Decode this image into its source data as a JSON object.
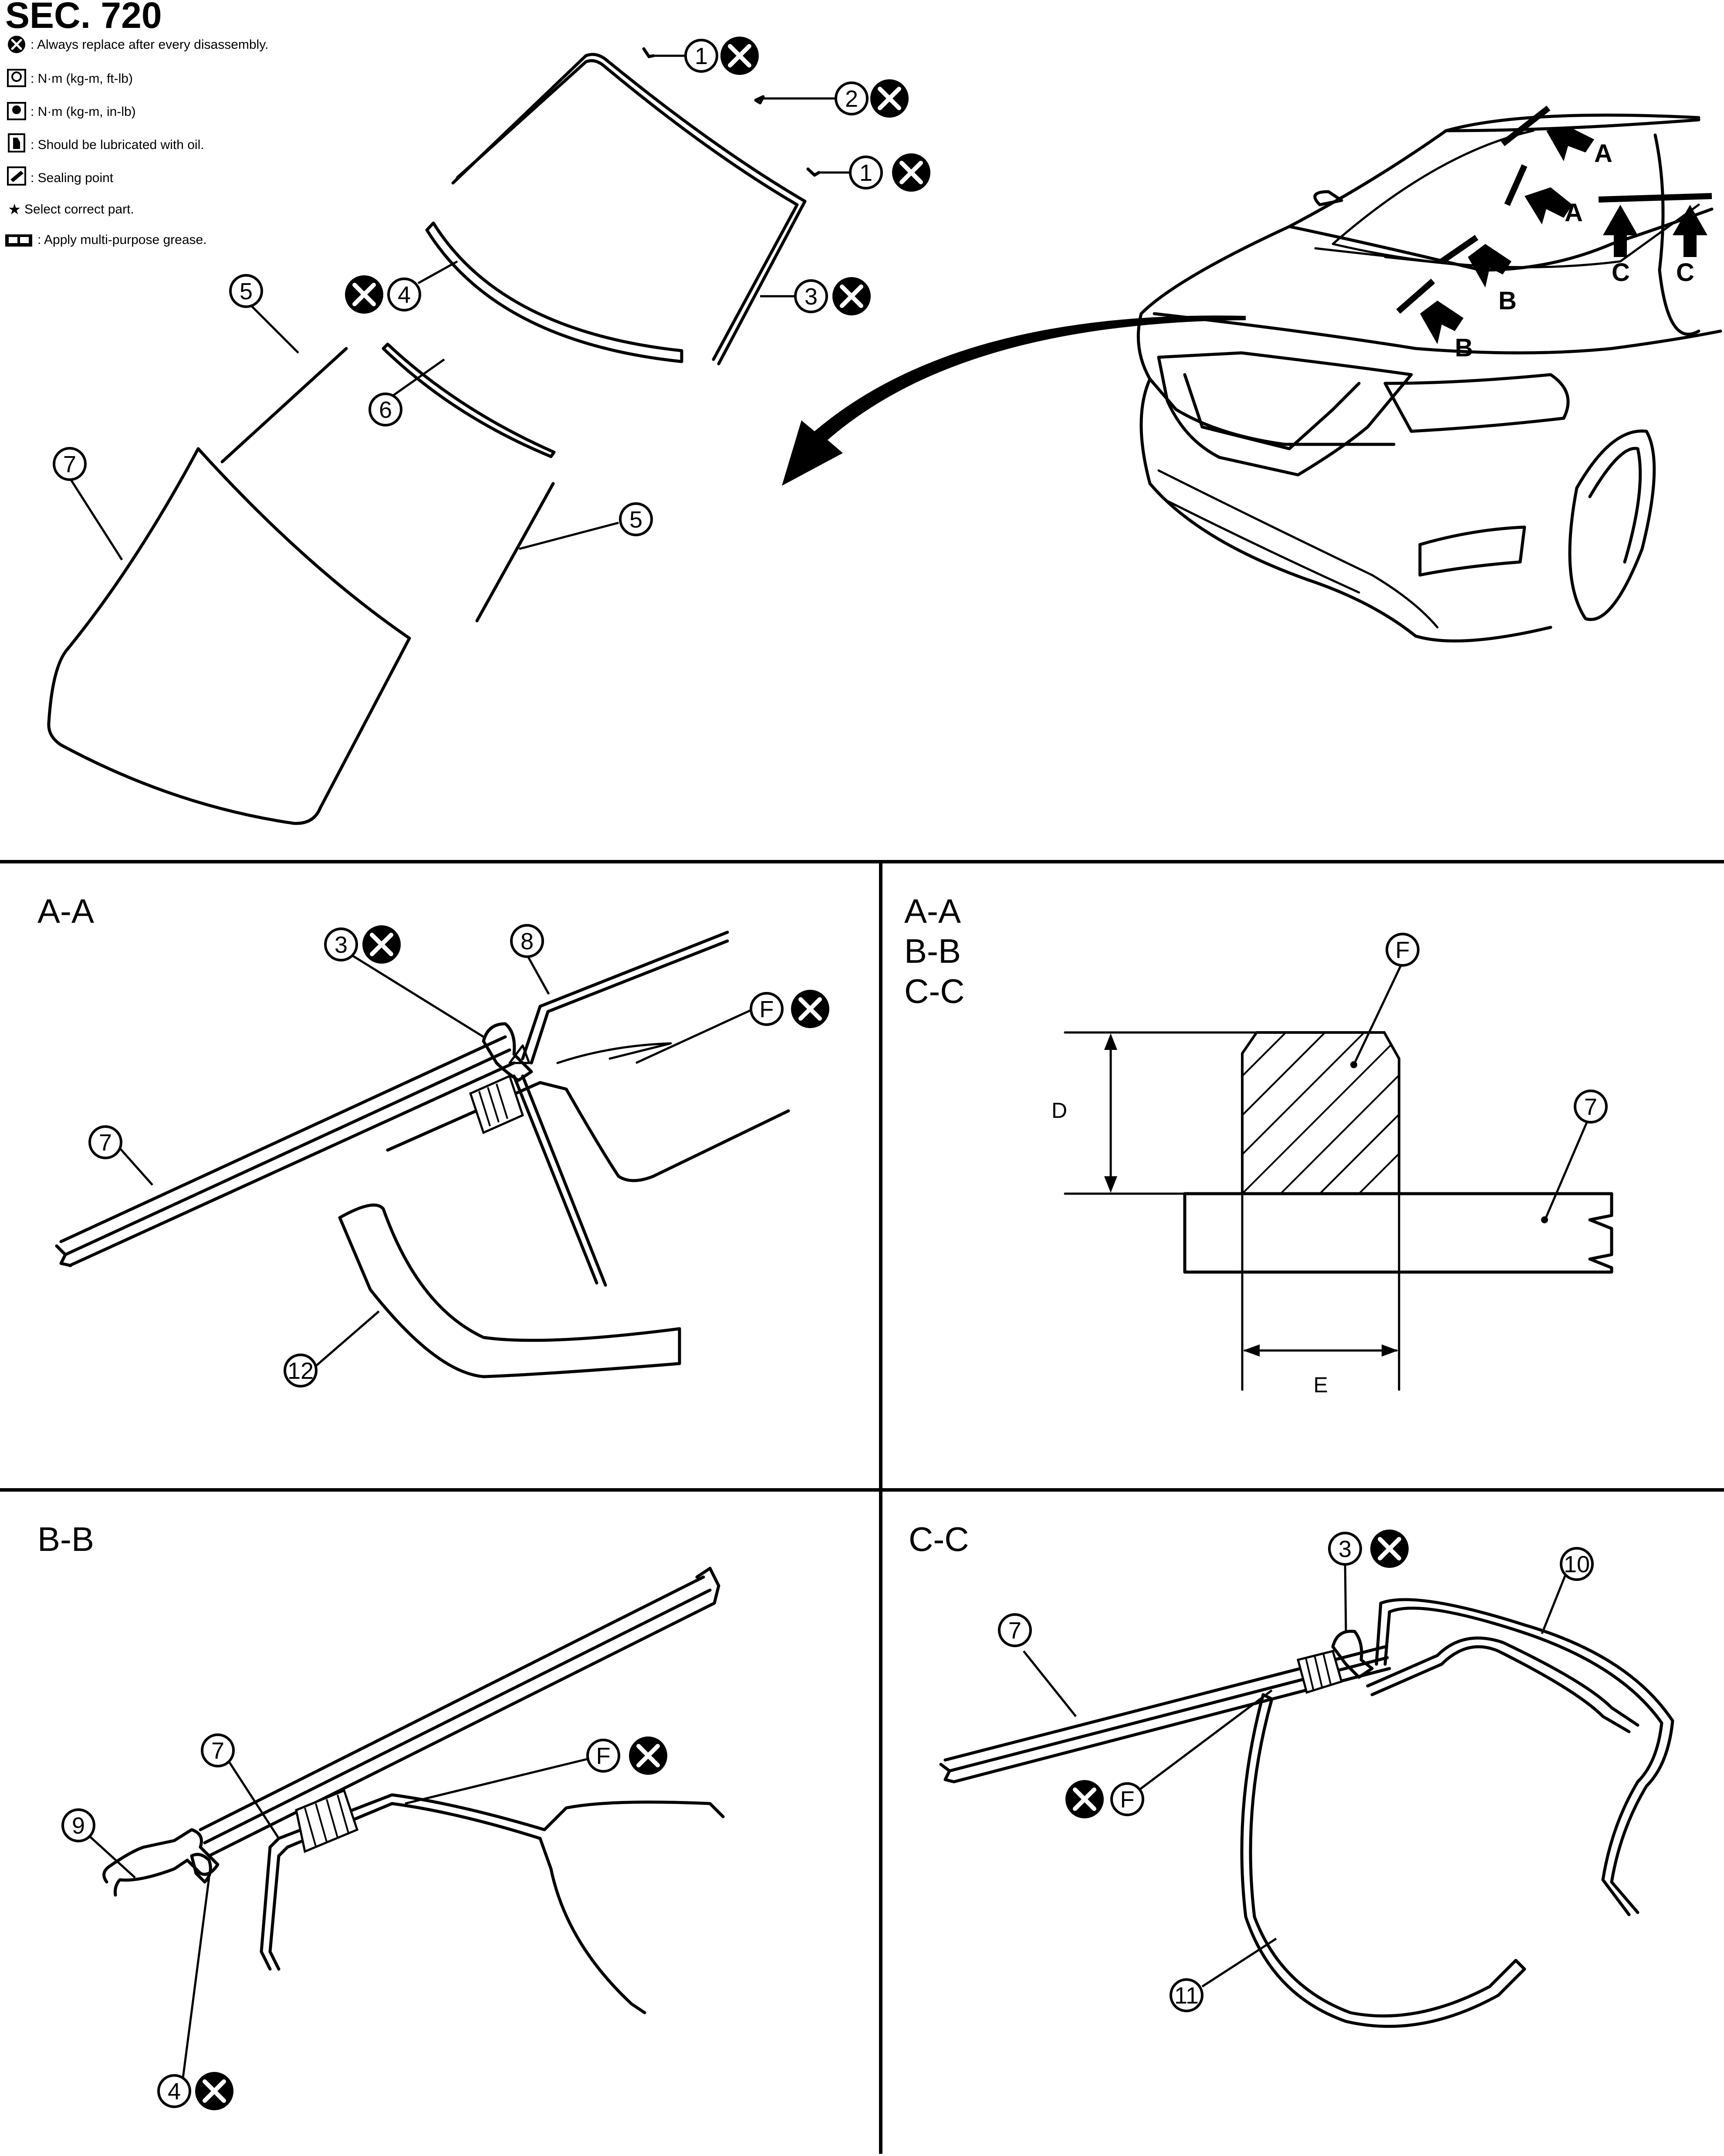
{
  "header": {
    "section": "SEC. 720"
  },
  "legend": [
    {
      "icon": "always-replace-icon",
      "text": ": Always replace after every disassembly."
    },
    {
      "icon": "torque-ft-lb-icon",
      "text": ": N·m (kg-m, ft-lb)"
    },
    {
      "icon": "torque-in-lb-icon",
      "text": ": N·m (kg-m, in-lb)"
    },
    {
      "icon": "oil-lubricate-icon",
      "text": ": Should be lubricated with oil."
    },
    {
      "icon": "sealing-point-icon",
      "text": ": Sealing point"
    },
    {
      "icon": "star-icon",
      "symbol": "★",
      "text": "Select correct part."
    },
    {
      "icon": "grease-icon",
      "text": ": Apply multi-purpose grease."
    }
  ],
  "exploded_view": {
    "callouts": [
      "1",
      "2",
      "1",
      "3",
      "4",
      "5",
      "6",
      "7",
      "5"
    ],
    "view_arrows": [
      "A",
      "A",
      "B",
      "B",
      "C",
      "C"
    ]
  },
  "sections": {
    "aa": {
      "title": "A-A",
      "callouts": [
        "3",
        "8",
        "F",
        "7",
        "12"
      ]
    },
    "detail": {
      "titles": [
        "A-A",
        "B-B",
        "C-C"
      ],
      "dim_d": "D",
      "dim_e": "E",
      "callouts": [
        "F",
        "7"
      ]
    },
    "bb": {
      "title": "B-B",
      "callouts": [
        "7",
        "F",
        "9",
        "4"
      ]
    },
    "cc": {
      "title": "C-C",
      "callouts": [
        "3",
        "10",
        "7",
        "F",
        "11"
      ]
    }
  },
  "colors": {
    "line": "#000000",
    "background": "#ffffff"
  }
}
